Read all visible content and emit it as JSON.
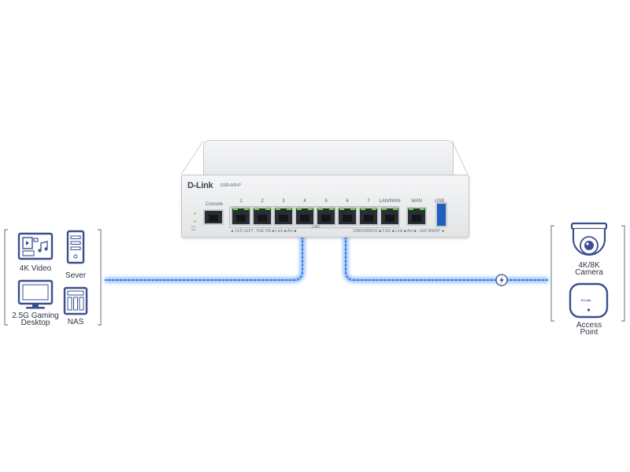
{
  "router": {
    "brand": "D-Link",
    "model": "DSR-600-P",
    "console_label": "Console",
    "ports": [
      "1",
      "2",
      "3",
      "4",
      "5",
      "6",
      "7",
      "LAN/WAN"
    ],
    "wan_label": "WAN",
    "usb_label": "USB",
    "lan_label": "LAN",
    "led_left_legend": "◄ LED LEFT : PoE ON ■ Link ■ Act ■",
    "led_right_legend": "10M/100M/1G ■ 2.5G ■ Link ■ Act ■ : LED RIGHT ►",
    "status_labels": [
      "Pwr",
      "Stat"
    ]
  },
  "left_devices": {
    "video": "4K Video",
    "server": "Sever",
    "desktop_line1": "2.5G Gaming",
    "desktop_line2": "Desktop",
    "nas": "NAS"
  },
  "right_devices": {
    "camera_line1": "4K/8K",
    "camera_line2": "Camera",
    "ap_line1": "Access",
    "ap_line2": "Point",
    "ap_logo": "D-Link"
  },
  "colors": {
    "link_glow": "#7fb4ff",
    "link_core": "#2f6fd8",
    "icon_blue": "#3b4f8f",
    "led_green": "#6fd34a",
    "usb_blue": "#1e5fbf"
  },
  "icons": {
    "poe": "lightning-icon"
  }
}
